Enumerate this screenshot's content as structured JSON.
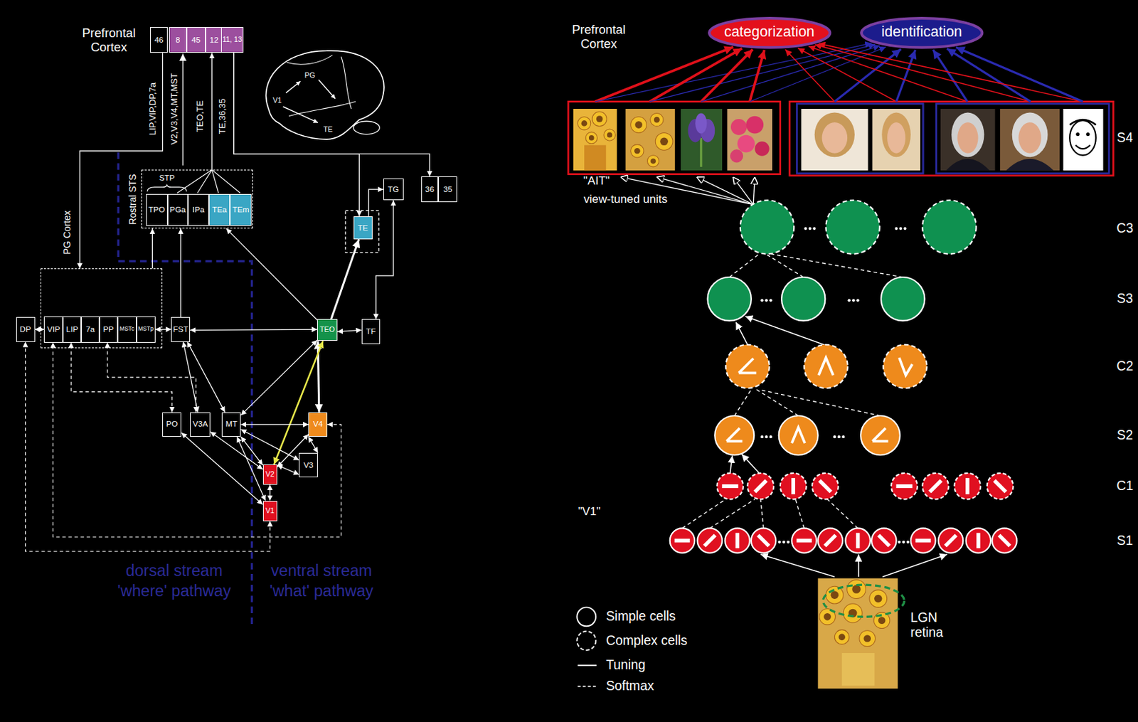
{
  "diagram": {
    "nodes": [
      {
        "text": [
          "46"
        ]
      },
      {
        "text": [
          "8"
        ]
      },
      {
        "text": [
          "45"
        ]
      },
      {
        "text": [
          "12"
        ]
      },
      {
        "text": [
          "11, 13"
        ]
      },
      {
        "text": [
          "Rostral STS"
        ]
      },
      {
        "text": [
          "TPO"
        ],
        "in": 5
      },
      {
        "text": [
          "PGa"
        ],
        "in": 5
      },
      {
        "text": [
          "IPa"
        ],
        "in": 5
      },
      {
        "text": [
          "TEa"
        ],
        "in": 5
      },
      {
        "text": [
          "TEm"
        ],
        "in": 5
      },
      {
        "text": [
          "TG"
        ]
      },
      {
        "text": [
          "36"
        ]
      },
      {
        "text": [
          "35"
        ]
      },
      {
        "text": [
          "TE"
        ]
      },
      {
        "text": [
          "DP"
        ]
      },
      {
        "text": [
          "PG Cortex"
        ]
      },
      {
        "text": [
          "VIP"
        ],
        "in": 16
      },
      {
        "text": [
          "LIP"
        ],
        "in": 16
      },
      {
        "text": [
          "7a"
        ],
        "in": 16
      },
      {
        "text": [
          "PP"
        ],
        "in": 16
      },
      {
        "text": [
          "MSTc"
        ],
        "in": 16
      },
      {
        "text": [
          "MSTp"
        ],
        "in": 16
      },
      {
        "text": [
          "FST"
        ]
      },
      {
        "text": [
          "TEO"
        ]
      },
      {
        "text": [
          "TF"
        ]
      },
      {
        "text": [
          "PO"
        ]
      },
      {
        "text": [
          "V3A"
        ]
      },
      {
        "text": [
          "MT"
        ]
      },
      {
        "text": [
          "V4"
        ]
      },
      {
        "text": [
          "V2"
        ]
      },
      {
        "text": [
          "V3"
        ]
      },
      {
        "text": [
          "V1"
        ]
      },
      {
        "text": [
          "categorization"
        ]
      },
      {
        "text": [
          "identification"
        ]
      }
    ],
    "edges": [
      {
        "from": 0,
        "to": 16,
        "arrow": "to"
      },
      {
        "from": 5,
        "to": 3,
        "arrow": "to"
      },
      {
        "from": 4,
        "to": 14,
        "arrow": "to"
      },
      {
        "from": 4,
        "to": 12,
        "arrow": "to"
      },
      {
        "from": 14,
        "to": 11,
        "arrow": "to"
      },
      {
        "from": 25,
        "to": 11,
        "arrow": "both"
      },
      {
        "from": 24,
        "to": 14,
        "arrow": "to"
      },
      {
        "from": 29,
        "to": 24,
        "arrow": "both"
      },
      {
        "from": 30,
        "to": 24,
        "arrow": "both"
      },
      {
        "from": 32,
        "to": 30,
        "arrow": "both"
      },
      {
        "from": 30,
        "to": 31,
        "arrow": "both"
      },
      {
        "from": 30,
        "to": 29,
        "arrow": "both"
      },
      {
        "from": 31,
        "to": 29,
        "arrow": "both"
      },
      {
        "from": 28,
        "to": 29,
        "arrow": "both"
      },
      {
        "from": 30,
        "to": 28,
        "arrow": "both"
      },
      {
        "from": 31,
        "to": 28,
        "arrow": "both"
      },
      {
        "from": 28,
        "to": 23,
        "arrow": "both"
      },
      {
        "from": 27,
        "to": 23,
        "arrow": "both"
      },
      {
        "from": 24,
        "to": 28,
        "arrow": "both"
      },
      {
        "from": 23,
        "to": 24,
        "arrow": "both"
      },
      {
        "from": 24,
        "to": 25,
        "arrow": "both"
      },
      {
        "from": 22,
        "to": 23,
        "arrow": "both"
      },
      {
        "from": 30,
        "to": 27,
        "arrow": "both"
      },
      {
        "from": 32,
        "to": 26,
        "arrow": "both"
      },
      {
        "from": 32,
        "to": 28,
        "arrow": "both"
      },
      {
        "from": 16,
        "to": 5,
        "arrow": "to"
      },
      {
        "from": 23,
        "to": 5,
        "arrow": "to"
      },
      {
        "from": 24,
        "to": 5,
        "arrow": "to"
      },
      {
        "from": 15,
        "to": 17,
        "arrow": "both"
      },
      {
        "from": 32,
        "to": 15,
        "arrow": "both"
      },
      {
        "from": 29,
        "to": 17,
        "arrow": "both"
      },
      {
        "from": 26,
        "to": 18,
        "arrow": "both"
      },
      {
        "from": 27,
        "to": 20,
        "arrow": "both"
      }
    ],
    "labels": [
      "Prefrontal Cortex",
      "LIP,VIP,DP,7a",
      "V2,V3,V4,MT,MST",
      "TEO,TE",
      "TE,36,35",
      "PG",
      "V1",
      "TE",
      "STP",
      "dorsal stream",
      "'where' pathway",
      "ventral stream",
      "'what' pathway",
      "Prefrontal Cortex",
      "\"AIT\"",
      "view-tuned units",
      "S4",
      "C3",
      "S3",
      "C2",
      "S2",
      "C1",
      "S1",
      "\"V1\"",
      "LGN retina"
    ],
    "legend": [
      {
        "text": "Simple cells"
      },
      {
        "text": "Complex cells"
      },
      {
        "text": "Tuning"
      },
      {
        "text": "Softmax"
      }
    ]
  }
}
